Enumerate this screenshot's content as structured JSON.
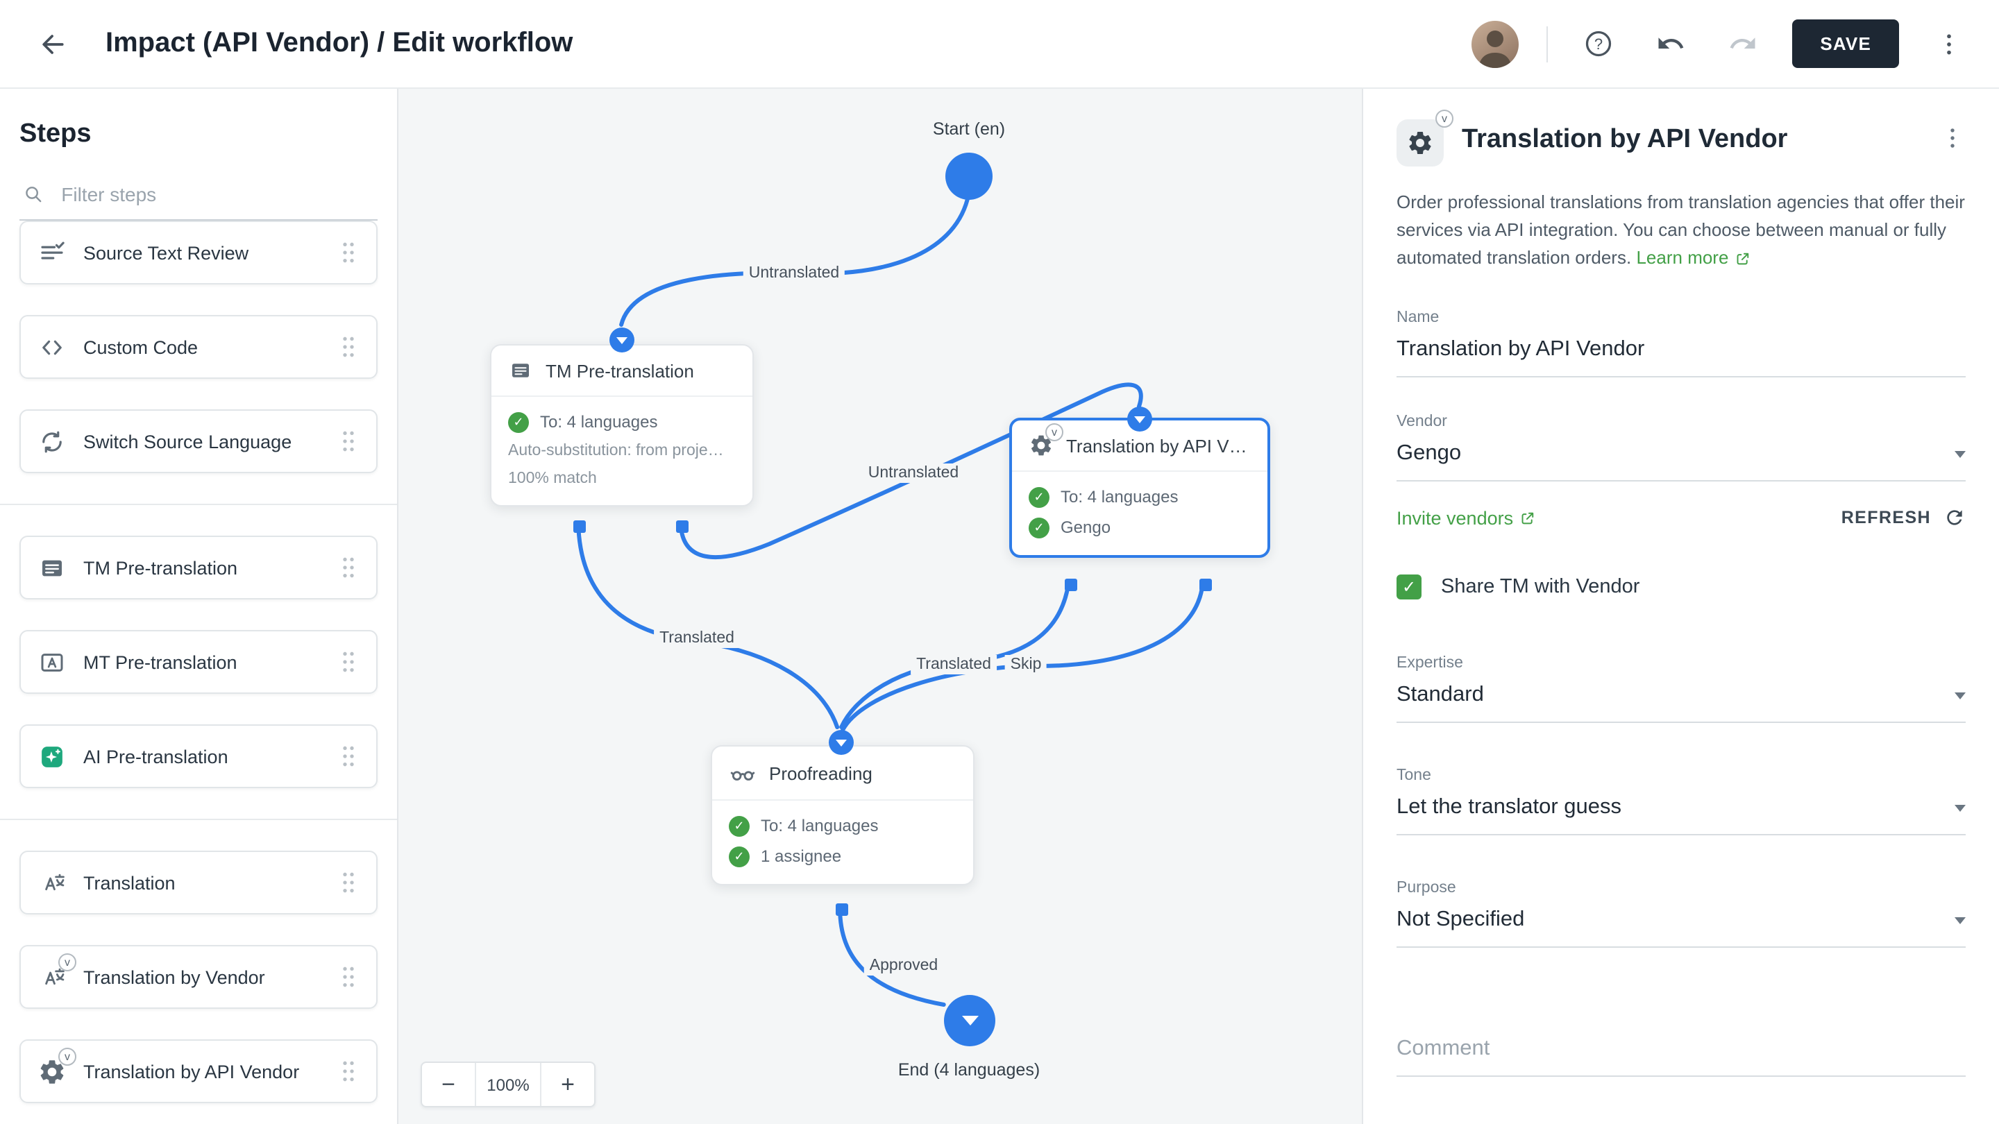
{
  "topbar": {
    "title": "Impact (API Vendor) / Edit workflow",
    "save": "SAVE"
  },
  "badges": {
    "v": "v"
  },
  "sidebar": {
    "heading": "Steps",
    "filter_placeholder": "Filter steps",
    "groups": [
      {
        "items": [
          {
            "label": "Source Text Review"
          },
          {
            "label": "Custom Code"
          },
          {
            "label": "Switch Source Language"
          }
        ]
      },
      {
        "items": [
          {
            "label": "TM Pre-translation"
          },
          {
            "label": "MT Pre-translation"
          },
          {
            "label": "AI Pre-translation"
          }
        ]
      },
      {
        "items": [
          {
            "label": "Translation"
          },
          {
            "label": "Translation by Vendor"
          },
          {
            "label": "Translation by API Vendor"
          }
        ]
      }
    ]
  },
  "canvas": {
    "start": "Start (en)",
    "end": "End (4 languages)",
    "zoom": "100%",
    "edges": {
      "e1": "Untranslated",
      "e2": "Untranslated",
      "e3": "Translated",
      "e4": "Translated",
      "e5": "Skip",
      "e6": "Approved"
    },
    "tm": {
      "title": "TM Pre-translation",
      "row1": "To: 4 languages",
      "row2": "Auto-substitution: from proje…",
      "row3": "100% match"
    },
    "api": {
      "title": "Translation by API V…",
      "row1": "To: 4 languages",
      "row2": "Gengo"
    },
    "proof": {
      "title": "Proofreading",
      "row1": "To: 4 languages",
      "row2": "1 assignee"
    }
  },
  "panel": {
    "title": "Translation by API Vendor",
    "description": "Order professional translations from translation agencies that offer their services via API integration. You can choose between manual or fully automated translation orders.",
    "learn_more": "Learn more",
    "name_label": "Name",
    "name_value": "Translation by API Vendor",
    "vendor_label": "Vendor",
    "vendor_value": "Gengo",
    "invite": "Invite vendors",
    "refresh": "REFRESH",
    "share_tm": "Share TM with Vendor",
    "expertise_label": "Expertise",
    "expertise_value": "Standard",
    "tone_label": "Tone",
    "tone_value": "Let the translator guess",
    "purpose_label": "Purpose",
    "purpose_value": "Not Specified",
    "comment_placeholder": "Comment"
  },
  "colors": {
    "accent_blue": "#2e7ce8",
    "green": "#43a047",
    "save_bg": "#1d2733",
    "canvas_bg": "#f4f6f7"
  }
}
